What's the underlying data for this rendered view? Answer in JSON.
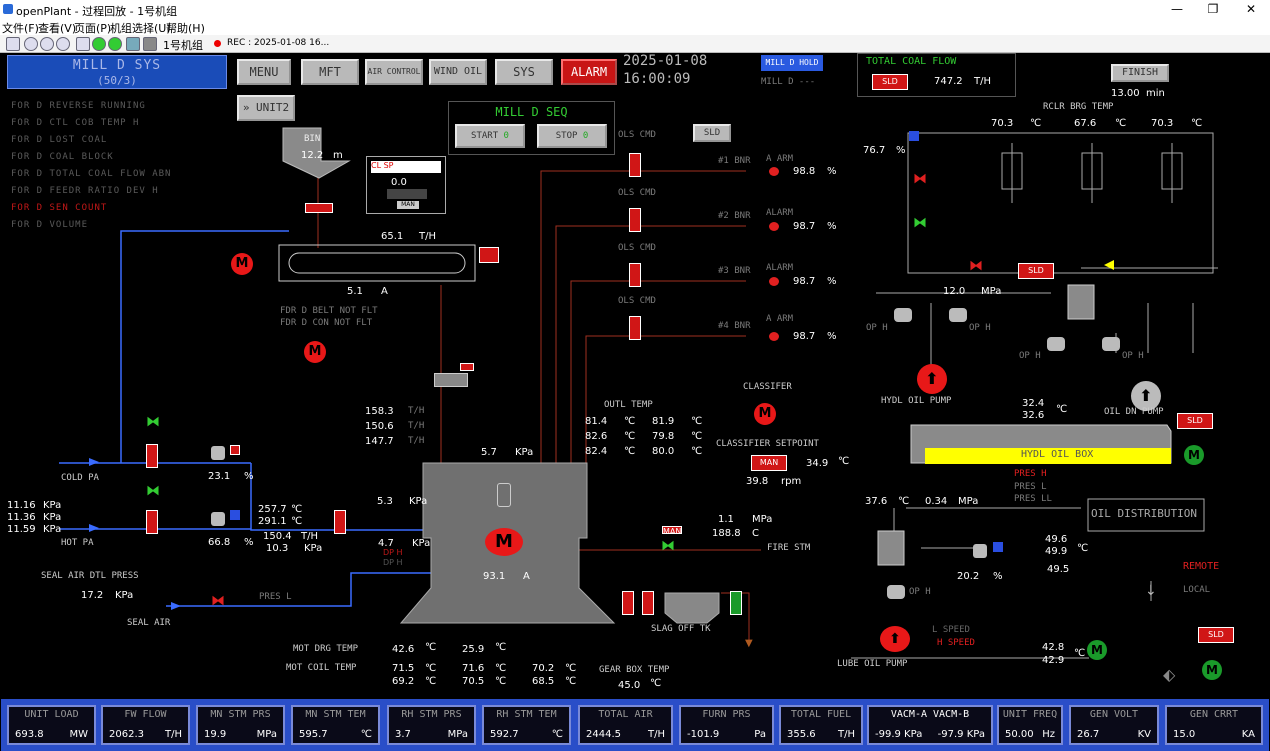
{
  "window": {
    "title": "openPlant - 过程回放 - 1号机组",
    "controls": [
      "—",
      "❐",
      "✕"
    ]
  },
  "menu": [
    "文件(F)",
    "查看(V)",
    "页面(P)",
    "机组选择(U)",
    "帮助(H)"
  ],
  "toolbar": {
    "unit": "1号机组",
    "rec": "REC : 2025-01-08 16..."
  },
  "header": {
    "title": "MILL D SYS",
    "subtitle": "(50/3)",
    "buttons": [
      "MENU",
      "MFT",
      "AIR CONTROL",
      "WIND OIL",
      "SYS"
    ],
    "alarm": "ALARM",
    "date": "2025-01-08",
    "time": "16:00:09",
    "unit2": "» UNIT2",
    "mill_d_hold": "MILL D HOLD",
    "mill_d_sub": "MILL D ---"
  },
  "alarms": {
    "items": [
      "FOR D REVERSE RUNNING",
      "FOR D CTL COB TEMP H",
      "FOR D LOST COAL",
      "FOR D COAL BLOCK",
      "FOR D TOTAL COAL FLOW ABN",
      "FOR D FEEDR RATIO DEV H",
      "FOR D SEN COUNT",
      "FOR D VOLUME"
    ]
  },
  "seq": {
    "title": "MILL D SEQ",
    "start": "START",
    "start_val": "0",
    "stop": "STOP",
    "stop_val": "0"
  },
  "bin": {
    "label": "BIN",
    "value": "12.2",
    "unit": "m"
  },
  "cl": {
    "label": "CL SP",
    "value": "0.0",
    "btn": "MAN"
  },
  "feeder": {
    "flow": "65.1",
    "flow_unit": "T/H",
    "amp": "5.1",
    "amp_unit": "A",
    "alarm1": "FDR D BELT NOT FLT",
    "alarm2": "FDR D CON NOT FLT",
    "m": "M"
  },
  "coal": {
    "label": "TOTAL COAL FLOW",
    "btn": "SLD",
    "value": "747.2",
    "unit": "T/H"
  },
  "finish": {
    "label": "FINISH",
    "value": "13.00",
    "unit": "min"
  },
  "brg": {
    "title": "RCLR BRG TEMP",
    "t1": "70.3",
    "t2": "67.6",
    "t3": "70.3",
    "u": "℃",
    "valve_pct": "76.7",
    "valve_unit": "%"
  },
  "burners": [
    {
      "name": "#1 BNR",
      "st": "A ARM",
      "val": "98.8",
      "u": "%",
      "tag": "OLS CMD"
    },
    {
      "name": "#2 BNR",
      "st": "ALARM",
      "val": "98.7",
      "u": "%",
      "tag": "OLS CMD"
    },
    {
      "name": "#3 BNR",
      "st": "ALARM",
      "val": "98.7",
      "u": "%",
      "tag": "OLS CMD"
    },
    {
      "name": "#4 BNR",
      "st": "A ARM",
      "val": "98.7",
      "u": "%",
      "tag": "OLS CMD"
    }
  ],
  "sld_top": "SLD",
  "hydraulic": {
    "pressure": "12.0",
    "p_unit": "MPa",
    "pump": "HYDL OIL PUMP",
    "sld": "SLD",
    "v1": "32.4",
    "v2": "32.6",
    "u": "℃",
    "oil_pump": "OIL DN PUMP",
    "box": "HYDL OIL BOX",
    "op1": "OP H",
    "op2": "OP H",
    "op3": "OP H",
    "op4": "OP H"
  },
  "lube": {
    "t1": "37.6",
    "p1": "0.34",
    "tu": "℃",
    "pu": "MPa",
    "pres": "PRES H",
    "pres2": "PRES L",
    "pres3": "PRES LL",
    "dist": "OIL DISTRIBUTION",
    "d1": "49.6",
    "d2": "49.9",
    "d3": "49.5",
    "du": "℃",
    "pct": "20.2",
    "pctu": "%",
    "op": "OP H",
    "remote": "REMOTE",
    "local": "LOCAL",
    "speed1": "L SPEED",
    "speed2": "H SPEED",
    "pump": "LUBE OIL PUMP",
    "lt1": "42.8",
    "lt2": "42.9",
    "sld": "SLD"
  },
  "mill": {
    "t1": "158.3",
    "t2": "150.6",
    "t3": "147.7",
    "tu": "T/H",
    "dp": "5.7",
    "dpu": "KPa",
    "p1": "5.3",
    "p1u": "KPa",
    "p2": "4.7",
    "p2u": "KPa",
    "amp": "93.1",
    "ampu": "A",
    "bk1": "DP H",
    "bk2": "DP H"
  },
  "outlet": {
    "title": "OUTL TEMP",
    "a1": "81.4",
    "a2": "81.9",
    "b1": "82.6",
    "b2": "79.8",
    "c1": "82.4",
    "c2": "80.0",
    "u": "℃"
  },
  "classifier": {
    "title": "CLASSIFER",
    "sp_title": "CLASSIFIER SETPOINT",
    "btn": "MAN",
    "sp": "34.9",
    "spu": "℃",
    "rpm": "39.8",
    "rpmu": "rpm"
  },
  "fire": {
    "p": "1.1",
    "pu": "MPa",
    "t": "188.8",
    "tu": "C",
    "label": "FIRE STM",
    "tag": "MAN"
  },
  "air": {
    "cold": "COLD PA",
    "hot": "HOT PA",
    "v1": "23.1",
    "v2": "66.8",
    "pu": "%",
    "k1": "11.16",
    "k2": "11.36",
    "k3": "11.59",
    "ku": "KPa",
    "ht1": "257.7",
    "ht2": "291.1",
    "htu": "℃",
    "hf": "150.4",
    "hfu": "T/H",
    "hp": "10.3",
    "hpu": "KPa",
    "seal_title": "SEAL AIR DTL PRESS",
    "seal": "17.2",
    "sealu": "KPa",
    "seal_air": "SEAL AIR",
    "presl": "PRES L"
  },
  "slag": {
    "label": "SLAG OFF TK"
  },
  "motor": {
    "mot_title": "MOT DRG TEMP",
    "mot1": "42.6",
    "mot2": "25.9",
    "coil_title": "MOT COIL TEMP",
    "c1": "71.5",
    "c2": "71.6",
    "c3": "70.2",
    "c4": "69.2",
    "c5": "70.5",
    "c6": "68.5",
    "gear_title": "GEAR BOX TEMP",
    "gear": "45.0",
    "u": "℃"
  },
  "bottom": [
    {
      "label": "UNIT LOAD",
      "val": "693.8",
      "unit": "MW"
    },
    {
      "label": "FW FLOW",
      "val": "2062.3",
      "unit": "T/H"
    },
    {
      "label": "MN STM PRS",
      "val": "19.9",
      "unit": "MPa"
    },
    {
      "label": "MN STM TEM",
      "val": "595.7",
      "unit": "℃"
    },
    {
      "label": "RH STM PRS",
      "val": "3.7",
      "unit": "MPa"
    },
    {
      "label": "RH STM TEM",
      "val": "592.7",
      "unit": "℃"
    },
    {
      "label": "TOTAL AIR",
      "val": "2444.5",
      "unit": "T/H"
    },
    {
      "label": "FURN PRS",
      "val": "-101.9",
      "unit": "Pa"
    },
    {
      "label": "TOTAL FUEL",
      "val": "355.6",
      "unit": "T/H"
    },
    {
      "label": "VACM-A   VACM-B",
      "val": "-99.9 KPa",
      "unit": "-97.9 KPa"
    },
    {
      "label": "UNIT FREQ",
      "val": "50.00",
      "unit": "Hz"
    },
    {
      "label": "GEN VOLT",
      "val": "26.7",
      "unit": "KV"
    },
    {
      "label": "GEN CRRT",
      "val": "15.0",
      "unit": "KA"
    }
  ],
  "colors": {
    "alarm_red": "#e02020",
    "pipe_blue": "#3a6cff",
    "hydraulic_yellow": "#ffff00",
    "panel_blue": "#2a4ec8"
  }
}
